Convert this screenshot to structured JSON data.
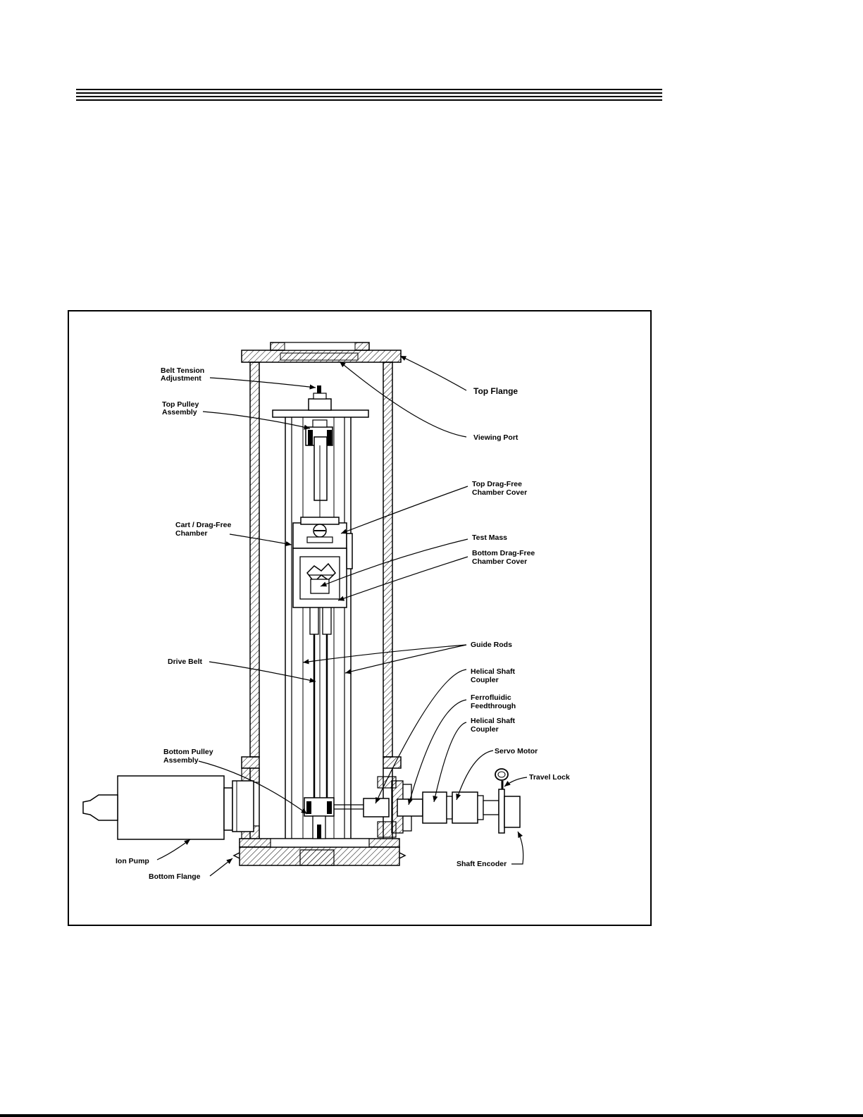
{
  "diagram": {
    "labels": {
      "belt_tension_1": "Belt Tension",
      "belt_tension_2": "Adjustment",
      "top_pulley_1": "Top Pulley",
      "top_pulley_2": "Assembly",
      "top_flange": "Top Flange",
      "viewing_port": "Viewing Port",
      "top_dragfree_1": "Top Drag-Free",
      "top_dragfree_2": "Chamber Cover",
      "cart_1": "Cart / Drag-Free",
      "cart_2": "Chamber",
      "test_mass": "Test Mass",
      "bottom_dragfree_1": "Bottom Drag-Free",
      "bottom_dragfree_2": "Chamber Cover",
      "guide_rods": "Guide Rods",
      "drive_belt": "Drive Belt",
      "helical_1a": "Helical Shaft",
      "helical_1b": "Coupler",
      "ferro_1": "Ferrofluidic",
      "ferro_2": "Feedthrough",
      "helical_2a": "Helical Shaft",
      "helical_2b": "Coupler",
      "servo_motor": "Servo Motor",
      "travel_lock": "Travel Lock",
      "bottom_pulley_1": "Bottom Pulley",
      "bottom_pulley_2": "Assembly",
      "ion_pump": "Ion Pump",
      "bottom_flange": "Bottom Flange",
      "shaft_encoder": "Shaft Encoder"
    }
  }
}
